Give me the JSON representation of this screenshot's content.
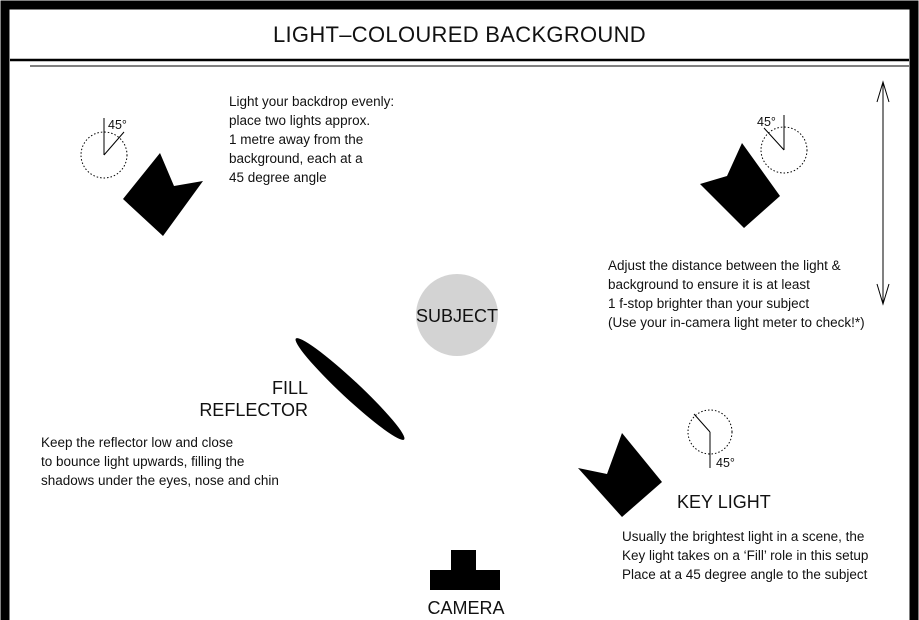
{
  "title": "LIGHT–COLOURED BACKGROUND",
  "subject_label": "SUBJECT",
  "camera_label": "CAMERA",
  "key_light_label": "KEY LIGHT",
  "fill_reflector_label": "FILL\nREFLECTOR",
  "angle_label": "45°",
  "notes": {
    "backdrop": "Light your backdrop evenly:\nplace two lights approx.\n1 metre away from the\nbackground, each at a\n45 degree angle",
    "distance": "Adjust the distance between the light &\nbackground to ensure it is at least\n1 f-stop brighter than your subject\n(Use your in-camera light meter to check!*)",
    "reflector": "Keep the reflector low and close\nto bounce light upwards, filling the\nshadows under the eyes, nose and chin",
    "key_light": "Usually the brightest light in a scene, the\nKey light takes on a ‘Fill’ role in this setup\nPlace at a 45 degree angle to the subject"
  },
  "colors": {
    "frame": "#000000",
    "subject_fill": "#d3d3d3",
    "shapes": "#000000"
  },
  "icons": [
    "light-head-icon",
    "reflector-icon",
    "camera-icon",
    "double-arrow-icon",
    "angle-icon"
  ]
}
